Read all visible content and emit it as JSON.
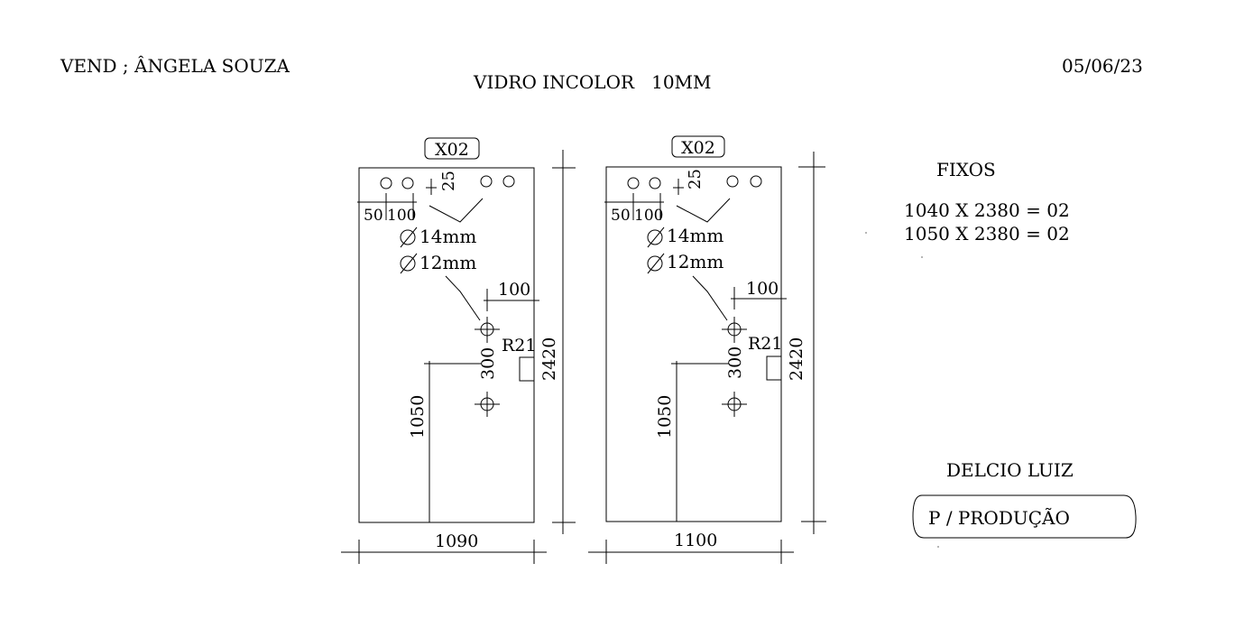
{
  "header": {
    "vendor": "VEND ; ÂNGELA SOUZA",
    "title": "VIDRO INCOLOR   10MM",
    "date": "05/06/23"
  },
  "panels": [
    {
      "qty_tag": "X02",
      "dim_top": "25",
      "dim_left": "50",
      "dim_left2": "100",
      "hole1": "14mm",
      "hole2": "12mm",
      "dim_right": "100",
      "dim_radius": "R21",
      "dim_spacing": "300",
      "dim_height": "2420",
      "dim_handle": "1050",
      "dim_width": "1090"
    },
    {
      "qty_tag": "X02",
      "dim_top": "25",
      "dim_left": "50",
      "dim_left2": "100",
      "hole1": "14mm",
      "hole2": "12mm",
      "dim_right": "100",
      "dim_radius": "R21",
      "dim_spacing": "300",
      "dim_height": "2420",
      "dim_handle": "1050",
      "dim_width": "1100"
    }
  ],
  "fixed": {
    "heading": "FIXOS",
    "line1": "1040 X 2380 = 02",
    "line2": "1050 X 2380 = 02"
  },
  "signature": "DELCIO LUIZ",
  "status": "P / PRODUÇÃO"
}
